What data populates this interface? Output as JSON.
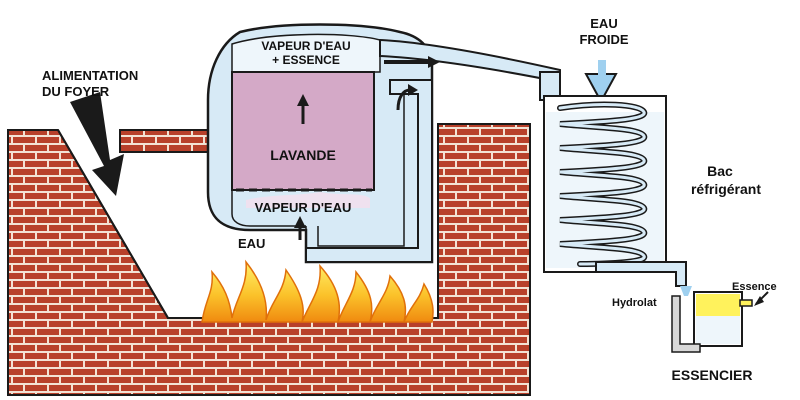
{
  "labels": {
    "feed": [
      "ALIMENTATION",
      "DU FOYER"
    ],
    "vapor_essence": [
      "VAPEUR D'EAU",
      "+ ESSENCE"
    ],
    "lavender": "LAVANDE",
    "steam": "VAPEUR D'EAU",
    "water": "EAU",
    "cold_water": [
      "EAU",
      "FROIDE"
    ],
    "cooling_tank": [
      "Bac",
      "réfrigérant"
    ],
    "essence": "Essence",
    "hydrolat": "Hydrolat",
    "separator": "ESSENCIER"
  },
  "colors": {
    "brick": "#b8402a",
    "mortar": "#f3e2d4",
    "outline": "#1a1a1a",
    "water_blue": "#d7eaf6",
    "lavender_pink": "#d4a9c7",
    "cold_water": "#9fd0ef",
    "essential_oil": "#fff25c",
    "flame_outer": "#f39b12",
    "flame_inner": "#ffe84a"
  },
  "icons": {
    "flow_arrows": "arrow-icon",
    "flames": "flame-icon"
  }
}
